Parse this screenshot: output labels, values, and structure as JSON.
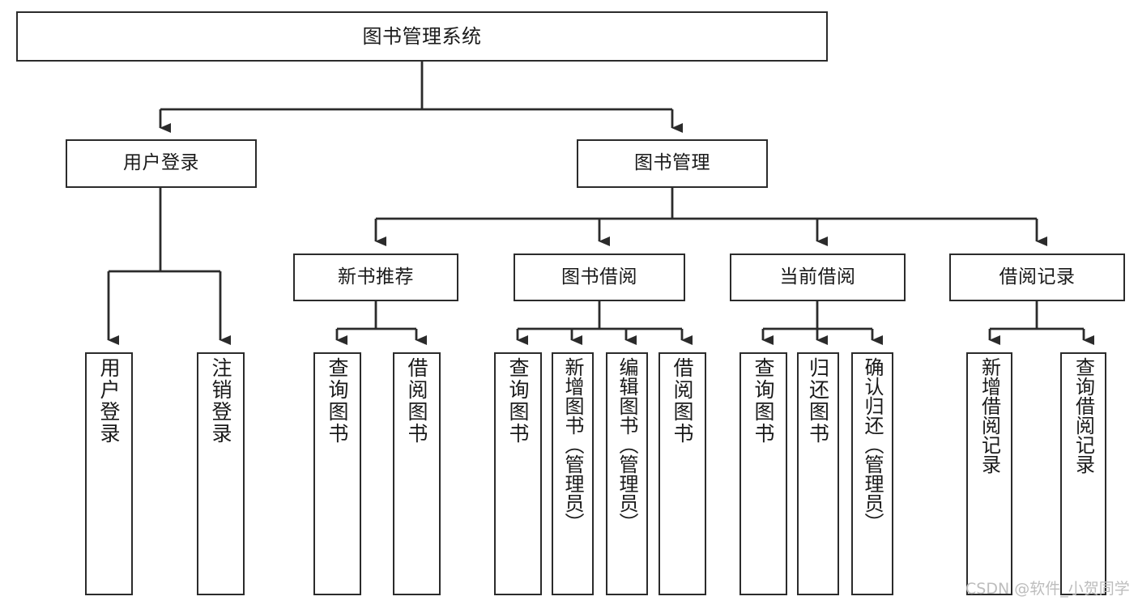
{
  "diagram": {
    "type": "tree-hierarchy",
    "title": "图书管理系统",
    "root": {
      "id": "root",
      "label": "图书管理系统"
    },
    "level2": [
      {
        "id": "user-login",
        "label": "用户登录"
      },
      {
        "id": "book-mgmt",
        "label": "图书管理"
      }
    ],
    "level3": [
      {
        "id": "new-book-rec",
        "label": "新书推荐",
        "parent": "book-mgmt"
      },
      {
        "id": "book-borrow",
        "label": "图书借阅",
        "parent": "book-mgmt"
      },
      {
        "id": "current-borrow",
        "label": "当前借阅",
        "parent": "book-mgmt"
      },
      {
        "id": "borrow-record",
        "label": "借阅记录",
        "parent": "book-mgmt"
      }
    ],
    "leaves": [
      {
        "id": "leaf-user-login",
        "label": "用户登录",
        "parent": "user-login"
      },
      {
        "id": "leaf-user-logout",
        "label": "注销登录",
        "parent": "user-login"
      },
      {
        "id": "leaf-query-book-1",
        "label": "查询图书",
        "parent": "new-book-rec"
      },
      {
        "id": "leaf-borrow-book-1",
        "label": "借阅图书",
        "parent": "new-book-rec"
      },
      {
        "id": "leaf-query-book-2",
        "label": "查询图书",
        "parent": "book-borrow"
      },
      {
        "id": "leaf-add-book",
        "label": "新增图书（管理员）",
        "parent": "book-borrow"
      },
      {
        "id": "leaf-edit-book",
        "label": "编辑图书（管理员）",
        "parent": "book-borrow"
      },
      {
        "id": "leaf-borrow-book-2",
        "label": "借阅图书",
        "parent": "book-borrow"
      },
      {
        "id": "leaf-query-book-3",
        "label": "查询图书",
        "parent": "current-borrow"
      },
      {
        "id": "leaf-return-book",
        "label": "归还图书",
        "parent": "current-borrow"
      },
      {
        "id": "leaf-confirm-return",
        "label": "确认归还（管理员）",
        "parent": "current-borrow"
      },
      {
        "id": "leaf-add-record",
        "label": "新增借阅记录",
        "parent": "borrow-record"
      },
      {
        "id": "leaf-query-record",
        "label": "查询借阅记录",
        "parent": "borrow-record"
      }
    ],
    "colors": {
      "stroke": "#2b2b2b",
      "fill": "#ffffff",
      "text": "#1a1a1a",
      "watermark": "#bdbdbd"
    }
  },
  "watermark": {
    "text": "CSDN @软件_小贺同学"
  }
}
